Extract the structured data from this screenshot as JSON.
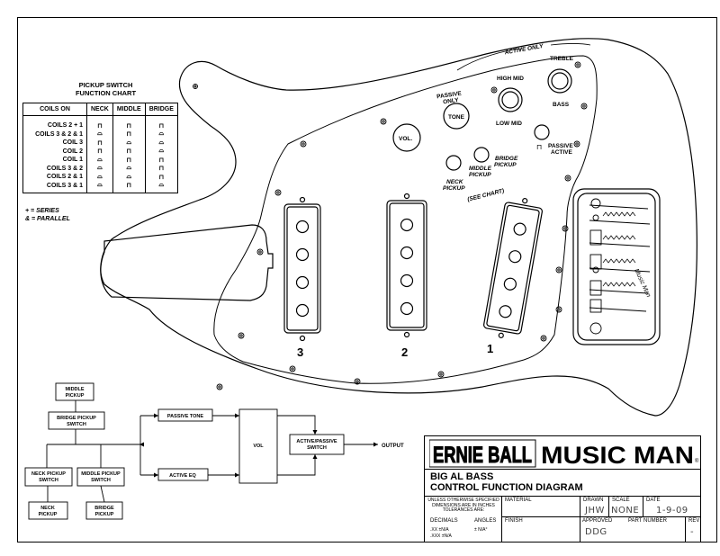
{
  "pickup_chart": {
    "title_line1": "PICKUP SWITCH",
    "title_line2": "FUNCTION CHART",
    "headers": [
      "COILS ON",
      "NECK",
      "MIDDLE",
      "BRIDGE"
    ],
    "rows": [
      {
        "label": "COILS 2 + 1"
      },
      {
        "label": "COILS 3 & 2 & 1"
      },
      {
        "label": "COIL 3"
      },
      {
        "label": "COIL 2"
      },
      {
        "label": "COIL 1"
      },
      {
        "label": "COILS 3 & 2"
      },
      {
        "label": "COILS 2 & 1"
      },
      {
        "label": "COILS 3 & 1"
      }
    ],
    "legend_series": "+ = SERIES",
    "legend_parallel": "& = PARALLEL"
  },
  "controls": {
    "active_only": "ACTIVE ONLY",
    "treble": "TREBLE",
    "bass": "BASS",
    "high_mid": "HIGH MID",
    "low_mid": "LOW MID",
    "passive_only_1": "PASSIVE",
    "passive_only_2": "ONLY",
    "tone": "TONE",
    "vol": "VOL.",
    "passive": "PASSIVE",
    "active": "ACTIVE",
    "bridge_pickup_1": "BRIDGE",
    "bridge_pickup_2": "PICKUP",
    "middle_pickup_1": "MIDDLE",
    "middle_pickup_2": "PICKUP",
    "neck_pickup_1": "NECK",
    "neck_pickup_2": "PICKUP",
    "see_chart": "(SEE CHART)"
  },
  "pickups": {
    "p3": "3",
    "p2": "2",
    "p1": "1"
  },
  "bridge_brand": "Music Man",
  "flow": {
    "middle_pickup_1": "MIDDLE",
    "middle_pickup_2": "PICKUP",
    "bridge_switch_1": "BRIDGE PICKUP",
    "bridge_switch_2": "SWITCH",
    "neck_switch_1": "NECK PICKUP",
    "neck_switch_2": "SWITCH",
    "middle_switch_1": "MIDDLE PICKUP",
    "middle_switch_2": "SWITCH",
    "neck_pickup_1": "NECK",
    "neck_pickup_2": "PICKUP",
    "bridge_pickup_1": "BRIDGE",
    "bridge_pickup_2": "PICKUP",
    "passive_tone": "PASSIVE TONE",
    "active_eq": "ACTIVE EQ",
    "vol": "VOL",
    "active_passive_1": "ACTIVE/PASSIVE",
    "active_passive_2": "SWITCH",
    "output": "OUTPUT"
  },
  "title_block": {
    "logo_left": "ERNIE BALL",
    "logo_right": "MUSIC MAN",
    "title_line1": "BIG AL BASS",
    "title_line2": "CONTROL FUNCTION DIAGRAM",
    "note_1": "UNLESS OTHERWISE SPECIFIED",
    "note_2": "DIMENSIONS ARE IN INCHES",
    "note_3": "TOLERANCES ARE:",
    "decimals": "DECIMALS",
    "angles": "ANGLES",
    "dec_xx": ".XX  ±N/A",
    "dec_xxx": ".XXX ±N/A",
    "angle_val": "± N/A°",
    "material": "MATERIAL",
    "finish": "FINISH",
    "drawn": "DRAWN",
    "drawn_val": "JHW",
    "scale": "SCALE",
    "scale_val": "NONE",
    "date": "DATE",
    "date_val": "1-9-09",
    "approved": "APPROVED",
    "approved_val": "DDG",
    "part_number": "PART NUMBER",
    "rev": "REV",
    "rev_val": "-"
  }
}
